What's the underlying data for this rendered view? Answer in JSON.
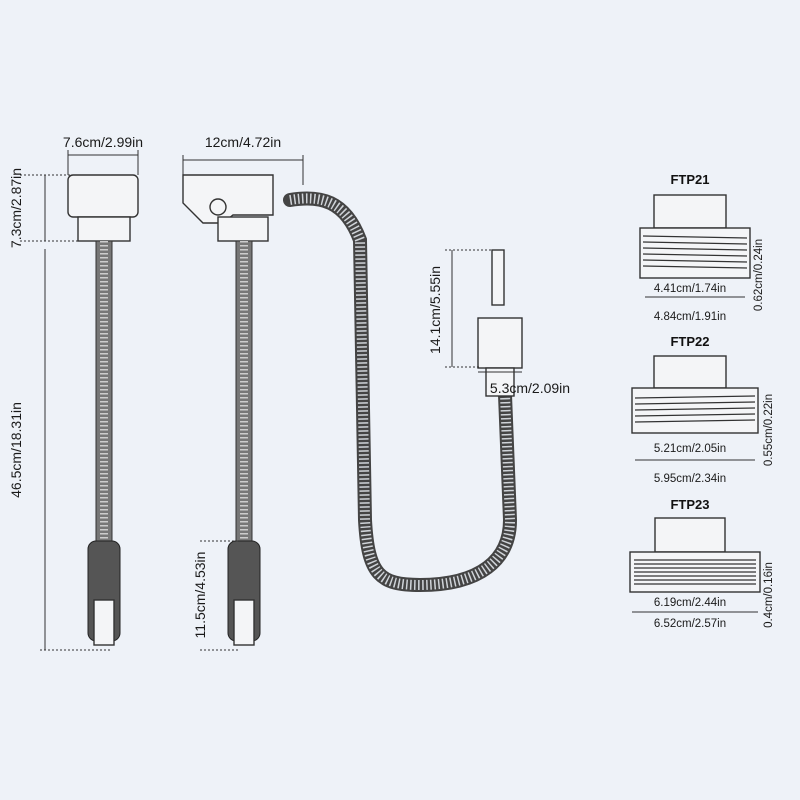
{
  "pump_left": {
    "width_label": "7.6cm/2.99in",
    "head_height_label": "7.3cm/2.87in",
    "total_length_label": "46.5cm/18.31in"
  },
  "pump_right": {
    "width_label": "12cm/4.72in",
    "filter_length_label": "11.5cm/4.53in"
  },
  "nozzle": {
    "height_label": "14.1cm/5.55in",
    "width_label": "5.3cm/2.09in"
  },
  "adapters": [
    {
      "name": "FTP21",
      "inner_label": "4.41cm/1.74in",
      "outer_label": "4.84cm/1.91in",
      "pitch_label": "0.62cm/0.24in"
    },
    {
      "name": "FTP22",
      "inner_label": "5.21cm/2.05in",
      "outer_label": "5.95cm/2.34in",
      "pitch_label": "0.55cm/0.22in"
    },
    {
      "name": "FTP23",
      "inner_label": "6.19cm/2.44in",
      "outer_label": "6.52cm/2.57in",
      "pitch_label": "0.4cm/0.16in"
    }
  ]
}
